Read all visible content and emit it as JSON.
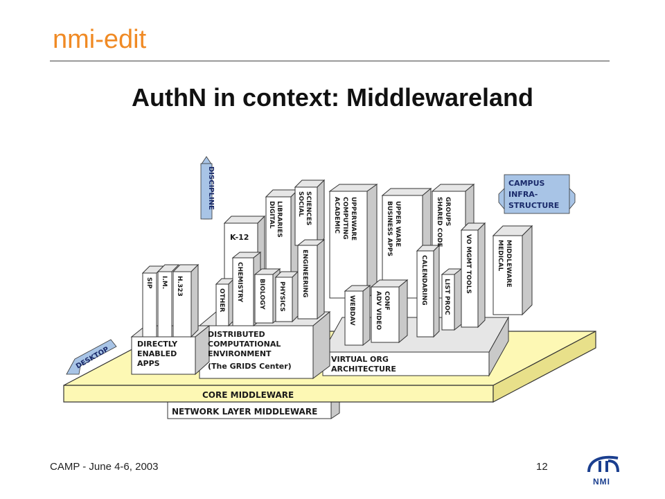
{
  "header": {
    "brand": "nmi-edit",
    "title": "AuthN in context: Middlewareland"
  },
  "footer": {
    "event": "CAMP -  June 4-6, 2003",
    "page": "12",
    "logo_text": "NMI"
  },
  "colors": {
    "brand": "#f08a24",
    "platform": "#fdf8b4",
    "block_front": "#ffffff",
    "block_side": "#c9c9c9",
    "arrow": "#a8c4e6",
    "logo": "#1b3f8f"
  },
  "diagram": {
    "arrows": {
      "discipline": "DISCIPLINE",
      "desktop": "DESKTOP",
      "campus": [
        "CAMPUS",
        "INFRA-",
        "STRUCTURE"
      ]
    },
    "layers": {
      "core": "CORE MIDDLEWARE",
      "network": "NETWORK LAYER MIDDLEWARE"
    },
    "bases": {
      "directly": [
        "DIRECTLY",
        "ENABLED",
        "APPS"
      ],
      "distributed": [
        "DISTRIBUTED",
        "COMPUTATIONAL",
        "ENVIRONMENT",
        "(The GRIDS Center)"
      ],
      "virtual": [
        "VIRTUAL ORG",
        "ARCHITECTURE"
      ]
    },
    "blocks": {
      "sip": "SIP",
      "im": "I.M.",
      "h323": "H.323",
      "k12": "K-12",
      "digital": [
        "DIGITAL",
        "LIBRARIES"
      ],
      "social": [
        "SOCIAL",
        "SCIENCES"
      ],
      "academic": [
        "ACADEMIC",
        "COMPUTING",
        "UPPERWARE"
      ],
      "business": [
        "BUSINESS APPS",
        "UPPER WARE"
      ],
      "shared": [
        "SHARED CODE",
        "GROUPS"
      ],
      "other": "OTHER",
      "chemistry": "CHEMISTRY",
      "biology": "BIOLOGY",
      "physics": "PHYSICS",
      "engineering": "ENGINEERING",
      "webdav": "WEBDAV",
      "advvideo": [
        "ADV VIDEO",
        "CONF"
      ],
      "calendaring": "CALENDARING",
      "listproc": "LIST PROC",
      "vomgmt": "VO MGMT TOOLS",
      "medical": [
        "MEDICAL",
        "MIDDLEWARE"
      ]
    }
  }
}
